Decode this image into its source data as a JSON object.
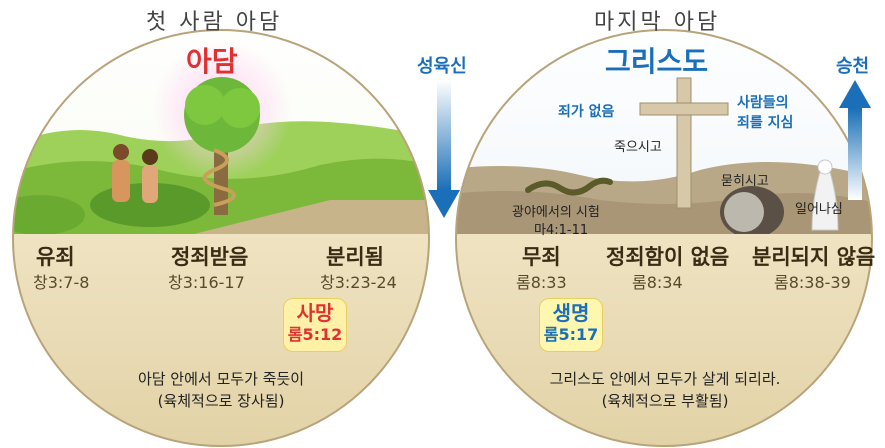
{
  "left": {
    "title_arc": "첫 사람 아담",
    "name": "아담",
    "items": [
      {
        "head": "유죄",
        "ref": "창3:7-8"
      },
      {
        "head": "정죄받음",
        "ref": "창3:16-17"
      },
      {
        "head": "분리됨",
        "ref": "창3:23-24"
      }
    ],
    "result_word": "사망",
    "result_ref": "롬5:12",
    "footer_line1": "아담 안에서 모두가 죽듯이",
    "footer_line2": "(육체적으로 장사됨)"
  },
  "right": {
    "title_arc": "마지막 아담",
    "name": "그리스도",
    "cross_left": "죄가 없음",
    "cross_right_1": "사람들의",
    "cross_right_2": "죄를 지심",
    "died": "죽으시고",
    "buried": "묻히시고",
    "rose": "일어나심",
    "temptation_1": "광야에서의 시험",
    "temptation_2": "마4:1-11",
    "items": [
      {
        "head": "무죄",
        "ref": "롬8:33"
      },
      {
        "head": "정죄함이 없음",
        "ref": "롬8:34"
      },
      {
        "head": "분리되지 않음",
        "ref": "롬8:38-39"
      }
    ],
    "result_word": "생명",
    "result_ref": "롬5:17",
    "footer_line1": "그리스도 안에서 모두가 살게 되리라.",
    "footer_line2": "(육체적으로 부활됨)"
  },
  "center": {
    "down_label": "성육신",
    "up_label": "승천"
  },
  "colors": {
    "red": "#e03030",
    "blue": "#1a6fb8",
    "parchment": "#e9dcb8",
    "grass": "#8cc63f"
  }
}
